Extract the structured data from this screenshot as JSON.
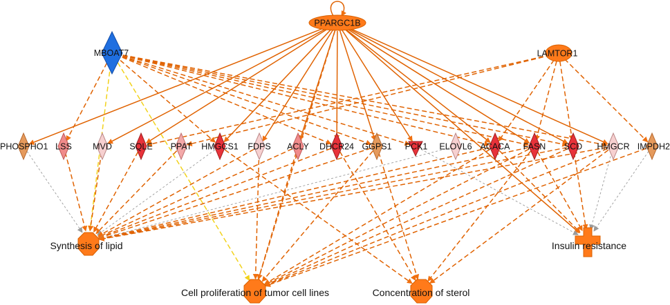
{
  "colors": {
    "orange": "#ff7a1a",
    "orange_dark": "#e06200",
    "red": "#e8323a",
    "light_red": "#f08b8b",
    "pale_pink": "#f6d0d0",
    "tan": "#e59a5c",
    "blue": "#1f6fe0",
    "yellow": "#f2d21b",
    "gray": "#9a9a9a"
  },
  "nodes": {
    "ppargc1b": {
      "label": "PPARGC1B"
    },
    "mboat7": {
      "label": "MBOAT7"
    },
    "lamtor1": {
      "label": "LAMTOR1"
    },
    "phospho1": {
      "label": "PHOSPHO1"
    },
    "lss": {
      "label": "LSS"
    },
    "mvd": {
      "label": "MVD"
    },
    "sqle": {
      "label": "SQLE"
    },
    "ppat": {
      "label": "PPAT"
    },
    "hmgcs1": {
      "label": "HMGCS1"
    },
    "fdps": {
      "label": "FDPS"
    },
    "acly": {
      "label": "ACLY"
    },
    "dhcr24": {
      "label": "DHCR24"
    },
    "ggps1": {
      "label": "GGPS1"
    },
    "pck1": {
      "label": "PCK1"
    },
    "elovl6": {
      "label": "ELOVL6"
    },
    "acaca": {
      "label": "ACACA"
    },
    "fasn": {
      "label": "FASN"
    },
    "scd": {
      "label": "SCD"
    },
    "hmgcr": {
      "label": "HMGCR"
    },
    "impdh2": {
      "label": "IMPDH2"
    },
    "synthesis_lipid": {
      "label": "Synthesis of lipid"
    },
    "cell_prolif": {
      "label": "Cell proliferation of tumor cell lines"
    },
    "conc_sterol": {
      "label": "Concentration of sterol"
    },
    "insulin_res": {
      "label": "Insulin resistance"
    }
  },
  "edges": [
    [
      "ppargc1b",
      "ppargc1b",
      "solid",
      "orange"
    ],
    [
      "ppargc1b",
      "phospho1",
      "solid",
      "orange"
    ],
    [
      "ppargc1b",
      "mvd",
      "solid",
      "orange"
    ],
    [
      "ppargc1b",
      "sqle",
      "solid",
      "orange"
    ],
    [
      "ppargc1b",
      "hmgcs1",
      "solid",
      "orange"
    ],
    [
      "ppargc1b",
      "fdps",
      "solid",
      "orange"
    ],
    [
      "ppargc1b",
      "acly",
      "solid",
      "orange"
    ],
    [
      "ppargc1b",
      "dhcr24",
      "solid",
      "orange"
    ],
    [
      "ppargc1b",
      "ggps1",
      "solid",
      "orange"
    ],
    [
      "ppargc1b",
      "pck1",
      "solid",
      "orange"
    ],
    [
      "ppargc1b",
      "acaca",
      "solid",
      "orange"
    ],
    [
      "ppargc1b",
      "fasn",
      "solid",
      "orange"
    ],
    [
      "ppargc1b",
      "scd",
      "solid",
      "orange"
    ],
    [
      "ppargc1b",
      "hmgcr",
      "solid",
      "orange"
    ],
    [
      "ppargc1b",
      "cell_prolif",
      "dashed",
      "orange"
    ],
    [
      "ppargc1b",
      "insulin_res",
      "solid",
      "orange"
    ],
    [
      "mboat7",
      "lss",
      "dashed",
      "orange"
    ],
    [
      "mboat7",
      "hmgcs1",
      "dashed",
      "orange"
    ],
    [
      "mboat7",
      "dhcr24",
      "dashed",
      "orange"
    ],
    [
      "mboat7",
      "ggps1",
      "dashed",
      "orange"
    ],
    [
      "mboat7",
      "pck1",
      "dashed",
      "orange"
    ],
    [
      "mboat7",
      "acaca",
      "dashed",
      "orange"
    ],
    [
      "mboat7",
      "fasn",
      "dashed",
      "orange"
    ],
    [
      "mboat7",
      "scd",
      "dashed",
      "orange"
    ],
    [
      "mboat7",
      "hmgcr",
      "dashed",
      "orange"
    ],
    [
      "mboat7",
      "synthesis_lipid",
      "dashed",
      "yellow"
    ],
    [
      "mboat7",
      "cell_prolif",
      "dashed",
      "yellow"
    ],
    [
      "lamtor1",
      "sqle",
      "dashed",
      "orange"
    ],
    [
      "lamtor1",
      "ppat",
      "dashed",
      "orange"
    ],
    [
      "lamtor1",
      "acaca",
      "dashed",
      "orange"
    ],
    [
      "lamtor1",
      "fasn",
      "dashed",
      "orange"
    ],
    [
      "lamtor1",
      "scd",
      "dashed",
      "orange"
    ],
    [
      "lamtor1",
      "impdh2",
      "dashed",
      "orange"
    ],
    [
      "phospho1",
      "synthesis_lipid",
      "dashed",
      "gray"
    ],
    [
      "lss",
      "synthesis_lipid",
      "dashed",
      "orange"
    ],
    [
      "mvd",
      "synthesis_lipid",
      "dashed",
      "orange"
    ],
    [
      "sqle",
      "synthesis_lipid",
      "dashed",
      "orange"
    ],
    [
      "ppat",
      "synthesis_lipid",
      "dashed",
      "orange"
    ],
    [
      "hmgcs1",
      "synthesis_lipid",
      "dashed",
      "gray"
    ],
    [
      "fdps",
      "synthesis_lipid",
      "dashed",
      "orange"
    ],
    [
      "acly",
      "synthesis_lipid",
      "dashed",
      "orange"
    ],
    [
      "dhcr24",
      "synthesis_lipid",
      "dashed",
      "orange"
    ],
    [
      "ggps1",
      "synthesis_lipid",
      "dashed",
      "orange"
    ],
    [
      "elovl6",
      "synthesis_lipid",
      "dashed",
      "gray"
    ],
    [
      "acaca",
      "synthesis_lipid",
      "dashed",
      "orange"
    ],
    [
      "fasn",
      "synthesis_lipid",
      "dashed",
      "orange"
    ],
    [
      "scd",
      "synthesis_lipid",
      "dashed",
      "orange"
    ],
    [
      "hmgcr",
      "synthesis_lipid",
      "dashed",
      "orange"
    ],
    [
      "fdps",
      "cell_prolif",
      "dashed",
      "orange"
    ],
    [
      "acly",
      "cell_prolif",
      "dashed",
      "orange"
    ],
    [
      "ggps1",
      "cell_prolif",
      "dashed",
      "orange"
    ],
    [
      "acaca",
      "cell_prolif",
      "dashed",
      "orange"
    ],
    [
      "fasn",
      "cell_prolif",
      "dashed",
      "orange"
    ],
    [
      "scd",
      "cell_prolif",
      "dashed",
      "orange"
    ],
    [
      "hmgcr",
      "cell_prolif",
      "dashed",
      "orange"
    ],
    [
      "impdh2",
      "cell_prolif",
      "dashed",
      "orange"
    ],
    [
      "hmgcs1",
      "conc_sterol",
      "dashed",
      "orange"
    ],
    [
      "dhcr24",
      "conc_sterol",
      "dashed",
      "orange"
    ],
    [
      "ggps1",
      "conc_sterol",
      "dashed",
      "orange"
    ],
    [
      "fasn",
      "conc_sterol",
      "dashed",
      "orange"
    ],
    [
      "hmgcr",
      "conc_sterol",
      "dashed",
      "orange"
    ],
    [
      "pck1",
      "insulin_res",
      "dashed",
      "gray"
    ],
    [
      "acaca",
      "insulin_res",
      "dashed",
      "orange"
    ],
    [
      "fasn",
      "insulin_res",
      "dashed",
      "orange"
    ],
    [
      "scd",
      "insulin_res",
      "dashed",
      "orange"
    ],
    [
      "hmgcr",
      "insulin_res",
      "dashed",
      "gray"
    ],
    [
      "impdh2",
      "insulin_res",
      "dashed",
      "gray"
    ]
  ]
}
